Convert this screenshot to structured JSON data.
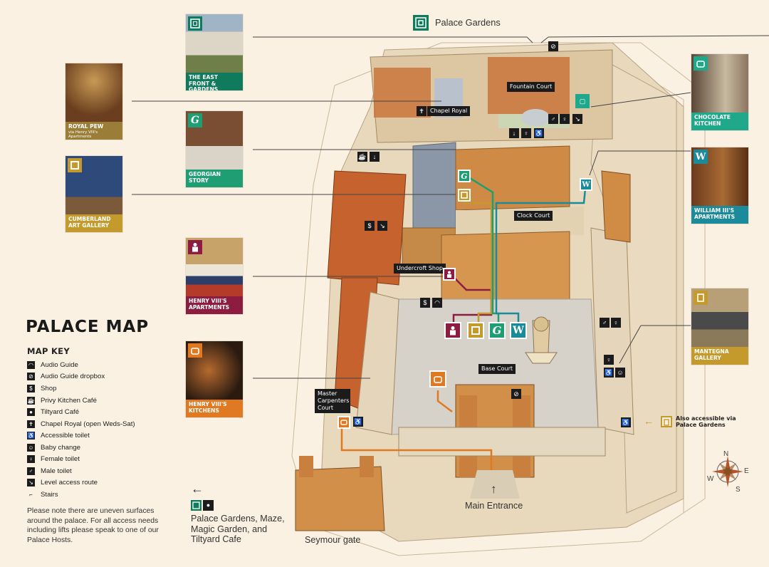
{
  "title": "PALACE MAP",
  "key": {
    "heading": "MAP KEY",
    "items": [
      {
        "icon": "audio-guide-icon",
        "label": "Audio Guide"
      },
      {
        "icon": "audio-guide-dropbox-icon",
        "label": "Audio Guide dropbox"
      },
      {
        "icon": "shop-icon",
        "label": "Shop"
      },
      {
        "icon": "cafe-cup-icon",
        "label": "Privy Kitchen Café"
      },
      {
        "icon": "cafe-plate-icon",
        "label": "Tiltyard Café"
      },
      {
        "icon": "chapel-icon",
        "label": "Chapel Royal (open Weds-Sat)"
      },
      {
        "icon": "accessible-toilet-icon",
        "label": "Accessible toilet"
      },
      {
        "icon": "baby-change-icon",
        "label": "Baby change"
      },
      {
        "icon": "female-toilet-icon",
        "label": "Female toilet"
      },
      {
        "icon": "male-toilet-icon",
        "label": "Male toilet"
      },
      {
        "icon": "level-access-icon",
        "label": "Level access route"
      },
      {
        "icon": "stairs-icon",
        "label": "Stairs"
      }
    ],
    "note": "Please note there are uneven surfaces around the palace. For all access needs including lifts please speak to one of our Palace Hosts."
  },
  "cards": {
    "east_front": {
      "title": "THE EAST FRONT & GARDENS",
      "color": "#0f7a5c"
    },
    "royal_pew": {
      "title": "ROYAL PEW",
      "subtitle": "via Henry VIII's Apartments",
      "color": "#9a7e38"
    },
    "georgian": {
      "title": "GEORGIAN STORY",
      "color": "#1f9e74"
    },
    "cumberland": {
      "title": "CUMBERLAND ART GALLERY",
      "color": "#c59a2c"
    },
    "henry_apts": {
      "title": "HENRY VIII'S APARTMENTS",
      "color": "#8c1d40"
    },
    "henry_kitchens": {
      "title": "HENRY VIII'S KITCHENS",
      "color": "#e07a22"
    },
    "chocolate": {
      "title": "CHOCOLATE KITCHEN",
      "color": "#1fa98a"
    },
    "william": {
      "title": "WILLIAM III'S APARTMENTS",
      "color": "#1b8a9a"
    },
    "mantegna": {
      "title": "MANTEGNA GALLERY",
      "color": "#c59a2c"
    }
  },
  "labels": {
    "palace_gardens_top": "Palace Gardens",
    "fountain_court": "Fountain Court",
    "chapel_royal": "Chapel Royal",
    "clock_court": "Clock Court",
    "undercroft_shop": "Undercroft Shop",
    "base_court": "Base Court",
    "master_carpenters": "Master Carpenters Court",
    "main_entrance": "Main Entrance",
    "seymour_gate": "Seymour gate",
    "also_accessible": "Also accessible via Palace Gardens",
    "gardens_note": "Palace Gardens, Maze, Magic Garden, and Tiltyard Cafe",
    "back_arrow": "←",
    "main_arrow": "↑",
    "also_arrow": "←"
  },
  "compass": {
    "n": "N",
    "e": "E",
    "s": "S",
    "w": "W"
  },
  "colors": {
    "background": "#fbf1e2",
    "kitchens_route": "#e07a22",
    "apartments_route": "#8c1d40",
    "georgian_route": "#1f9e74",
    "william_route": "#1b8a9a",
    "gallery_route": "#c59a2c"
  }
}
